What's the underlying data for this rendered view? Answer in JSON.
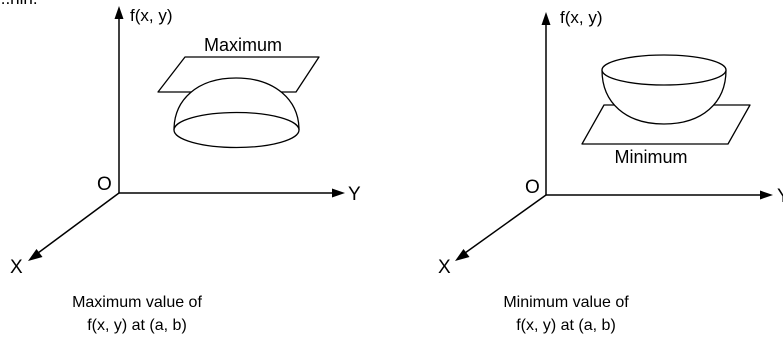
{
  "fragment_top": "...hin.",
  "left_panel": {
    "z_label": "f(x, y)",
    "origin_label": "O",
    "x_label": "X",
    "y_label": "Y",
    "shape_label": "Maximum",
    "caption_line1": "Maximum value of",
    "caption_line2": "f(x, y) at (a, b)"
  },
  "right_panel": {
    "z_label": "f(x, y)",
    "origin_label": "O",
    "x_label": "X",
    "y_label": "Y",
    "shape_label": "Minimum",
    "caption_line1": "Minimum value of",
    "caption_line2": "f(x, y) at (a, b)"
  }
}
